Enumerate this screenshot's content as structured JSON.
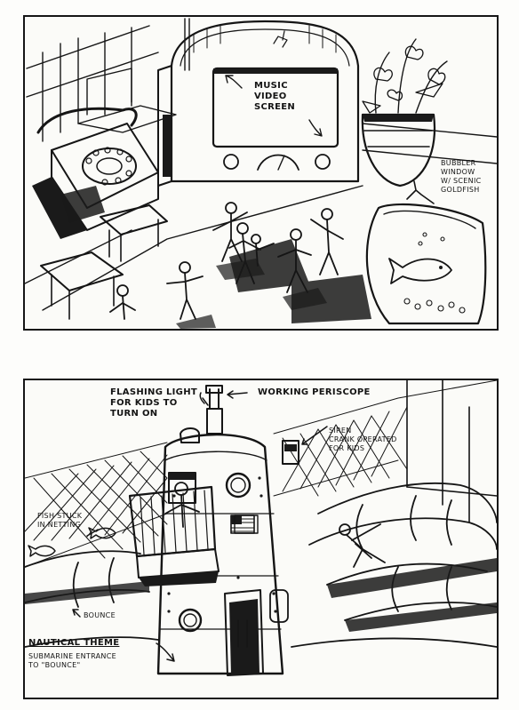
{
  "top_panel": {
    "screen_label": [
      "MUSIC",
      "VIDEO",
      "SCREEN"
    ],
    "bubbler_label": [
      "BUBBLER",
      "WINDOW",
      "W/ SCENIC",
      "GOLDFISH"
    ]
  },
  "bottom_panel": {
    "flashing_light_label": [
      "FLASHING LIGHT",
      "FOR KIDS TO",
      "TURN ON"
    ],
    "periscope_label": "WORKING PERISCOPE",
    "siren_label": [
      "SIREN",
      "CRANK OPERATED",
      "FOR KIDS"
    ],
    "fish_label": [
      "FISH STUCK",
      "IN NETTING"
    ],
    "bounce_label": "BOUNCE",
    "theme_label": "NAUTICAL THEME",
    "entrance_label": [
      "SUBMARINE ENTRANCE",
      "TO \"BOUNCE\""
    ]
  }
}
